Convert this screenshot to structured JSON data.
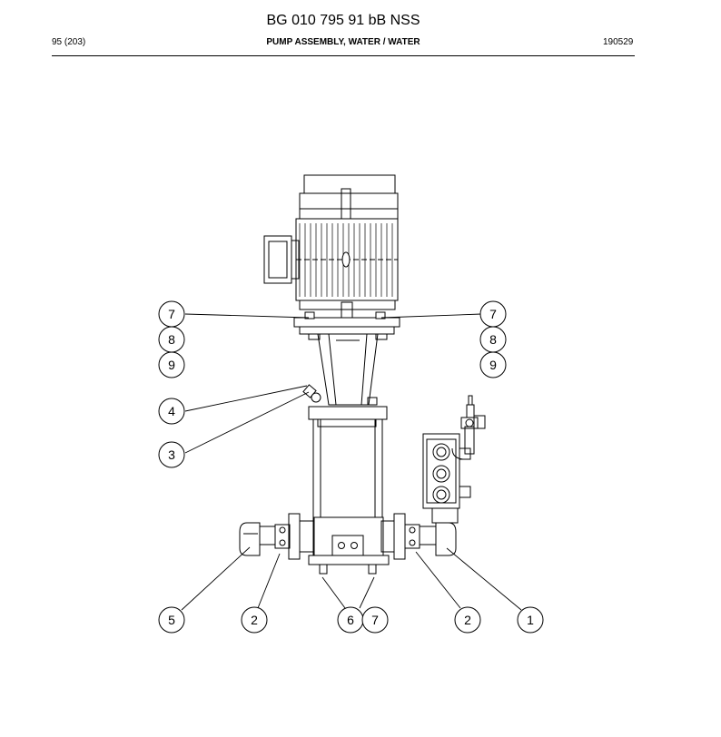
{
  "header": {
    "title": "BG 010 795 91 bB NSS",
    "page": "95 (203)",
    "section": "PUMP ASSEMBLY, WATER / WATER",
    "date": "190529"
  },
  "callouts": {
    "c7_left": "7",
    "c8_left": "8",
    "c9_left": "9",
    "c7_right": "7",
    "c8_right": "8",
    "c9_right": "9",
    "c4": "4",
    "c3": "3",
    "c5": "5",
    "c2_left": "2",
    "c6": "6",
    "c7_bottom": "7",
    "c2_right": "2",
    "c1": "1"
  }
}
